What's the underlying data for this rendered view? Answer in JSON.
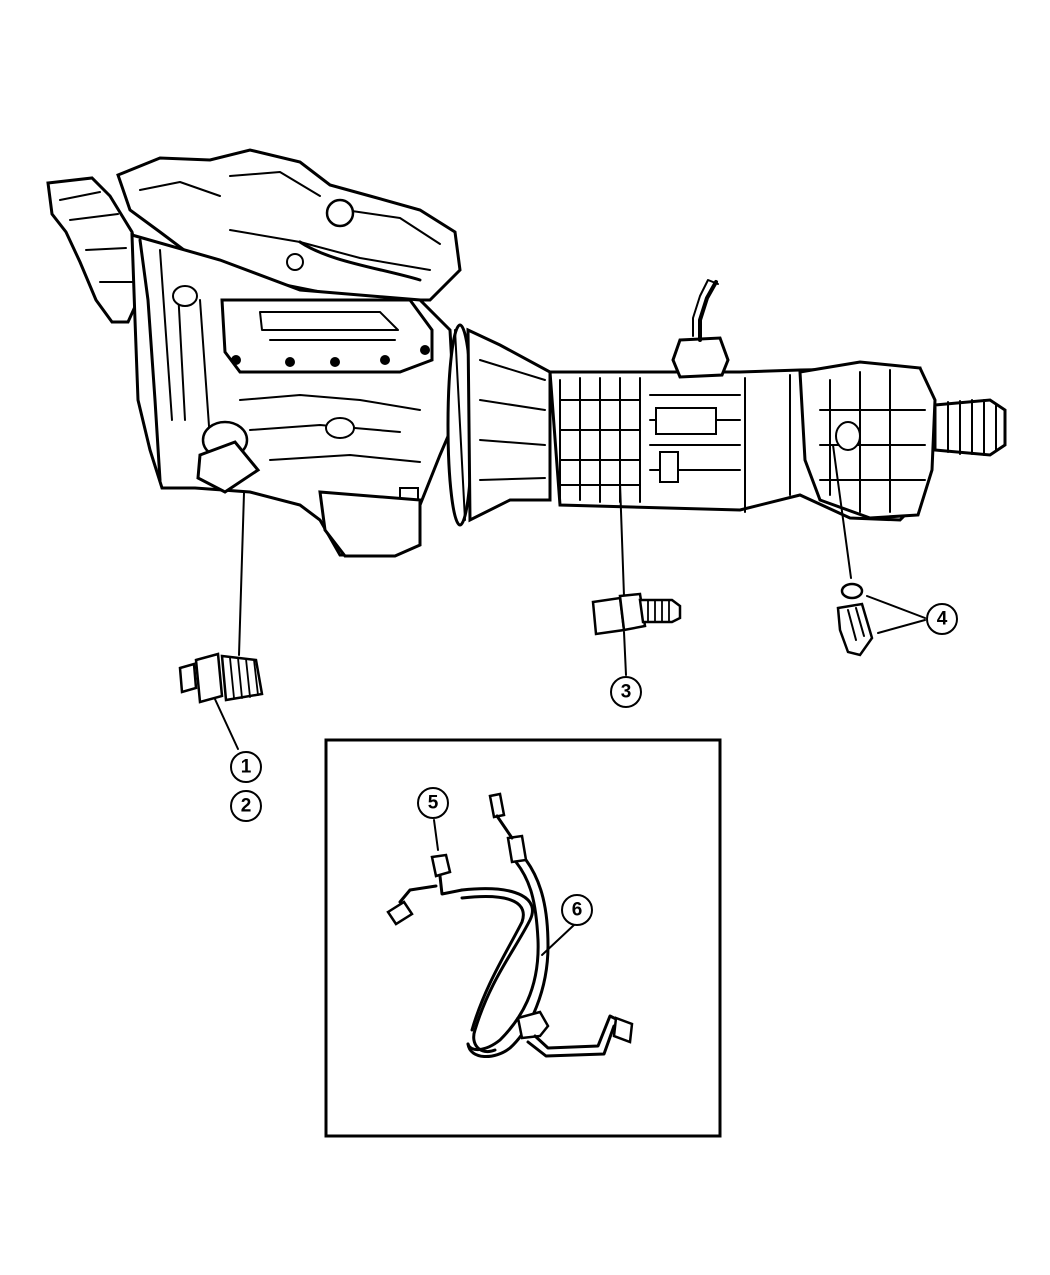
{
  "callouts": {
    "c1": "1",
    "c2": "2",
    "c3": "3",
    "c4": "4",
    "c5": "5",
    "c6": "6"
  },
  "parts": [
    "engine-assembly",
    "transmission-assembly",
    "sensor-part-1",
    "switch-part-3",
    "sensor-part-4",
    "o-ring-part-4",
    "fitting-part-5",
    "hose-part-6"
  ],
  "colors": {
    "ink": "#000000",
    "paper": "#ffffff"
  }
}
